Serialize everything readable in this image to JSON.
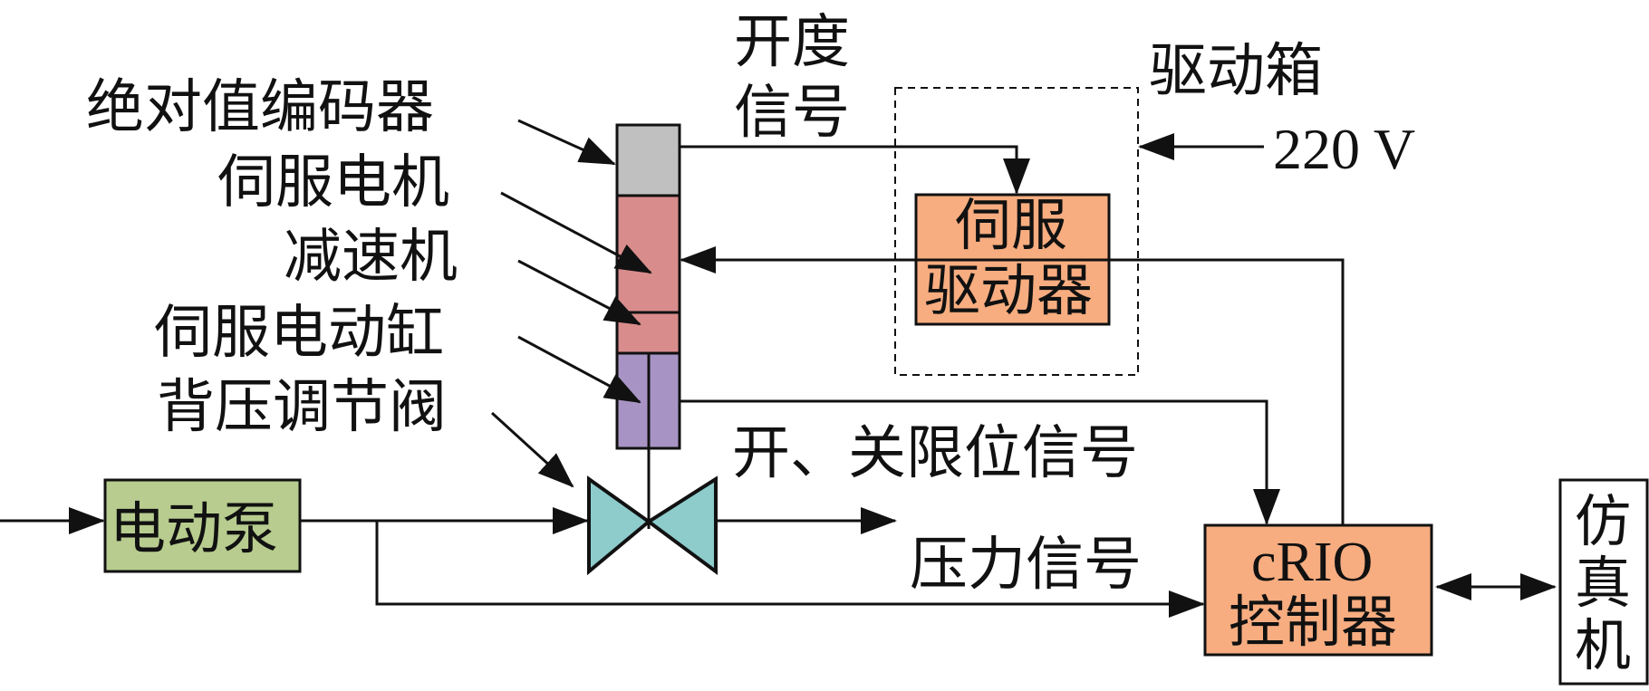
{
  "labels": {
    "encoder": "绝对值编码器",
    "servo_motor": "伺服电机",
    "reducer": "减速机",
    "servo_cylinder": "伺服电动缸",
    "back_pressure_valve": "背压调节阀",
    "opening_signal_line1": "开度",
    "opening_signal_line2": "信号",
    "drive_box": "驱动箱",
    "voltage": "220 V",
    "limit_signal": "开、关限位信号",
    "pressure_signal": "压力信号"
  },
  "boxes": {
    "servo_driver_line1": "伺服",
    "servo_driver_line2": "驱动器",
    "crio_line1": "cRIO",
    "crio_line2": "控制器",
    "pump": "电动泵",
    "simulator_line1": "仿",
    "simulator_line2": "真",
    "simulator_line3": "机"
  },
  "colors": {
    "encoder_fill": "#c0c0c0",
    "motor_fill": "#d98c8c",
    "cylinder_fill": "#a894c4",
    "valve_fill": "#8ecbcb",
    "driver_fill": "#f7ad80",
    "crio_fill": "#f7ad80",
    "pump_fill": "#b7cc8e",
    "simulator_fill": "#ffffff"
  }
}
